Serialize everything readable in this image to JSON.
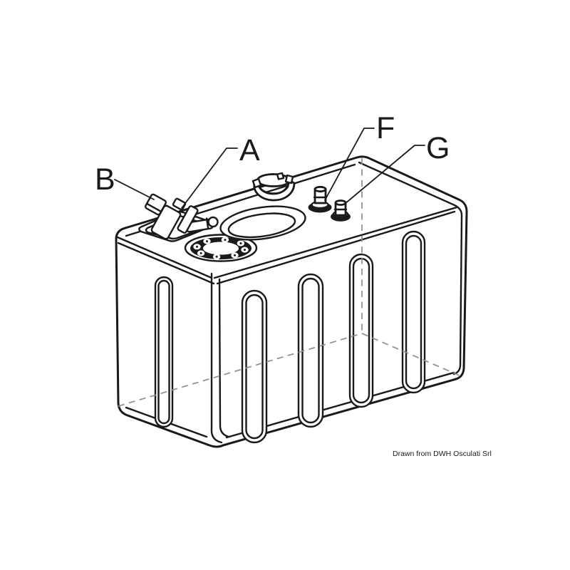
{
  "figure": {
    "type": "technical-line-drawing",
    "subject": "marine fuel tank isometric exploded-callout view",
    "callouts": [
      {
        "label": "A",
        "target": "vent-pipe-fitting"
      },
      {
        "label": "B",
        "target": "pickup-pipe-cap"
      },
      {
        "label": "F",
        "target": "top-fitting-f"
      },
      {
        "label": "G",
        "target": "top-fitting-g"
      }
    ],
    "attribution": "Drawn from DWH Osculati Srl"
  },
  "colors": {
    "background": "#ffffff",
    "line": "#1a1a1a",
    "hidden_line": "#8e8e8e",
    "text": "#1a1a1a"
  }
}
